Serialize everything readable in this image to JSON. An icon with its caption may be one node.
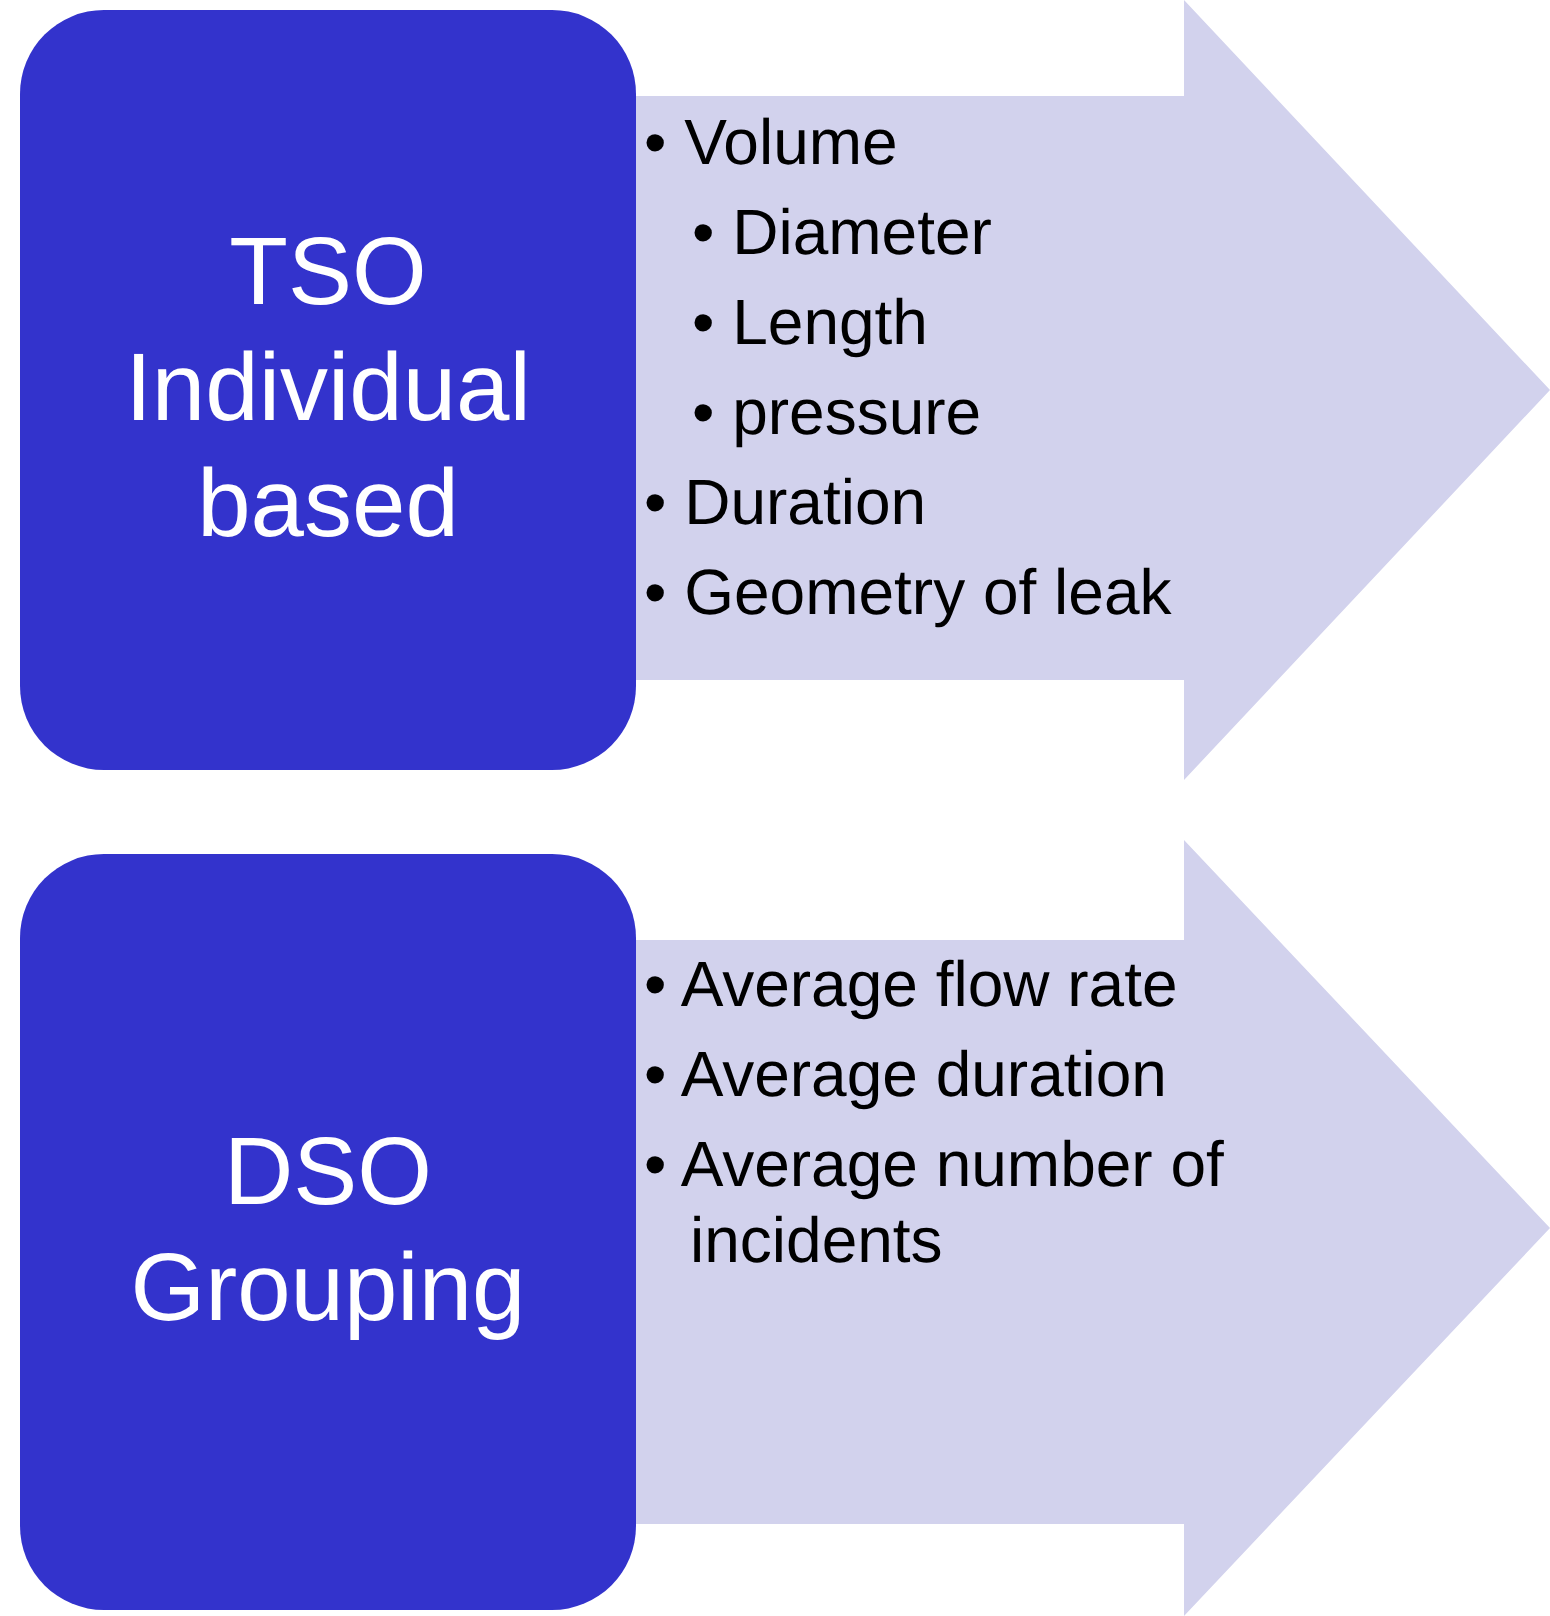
{
  "diagram": {
    "nodes": [
      {
        "text": [
          "TSO Individual based"
        ]
      },
      {
        "text": [
          "• Volume",
          "• Diameter",
          "• Length",
          "• pressure",
          "• Duration",
          "• Geometry of leak"
        ]
      },
      {
        "text": [
          "DSO Grouping"
        ]
      },
      {
        "text": [
          "• Average flow rate",
          "• Average duration",
          "• Average number of incidents"
        ]
      }
    ]
  }
}
